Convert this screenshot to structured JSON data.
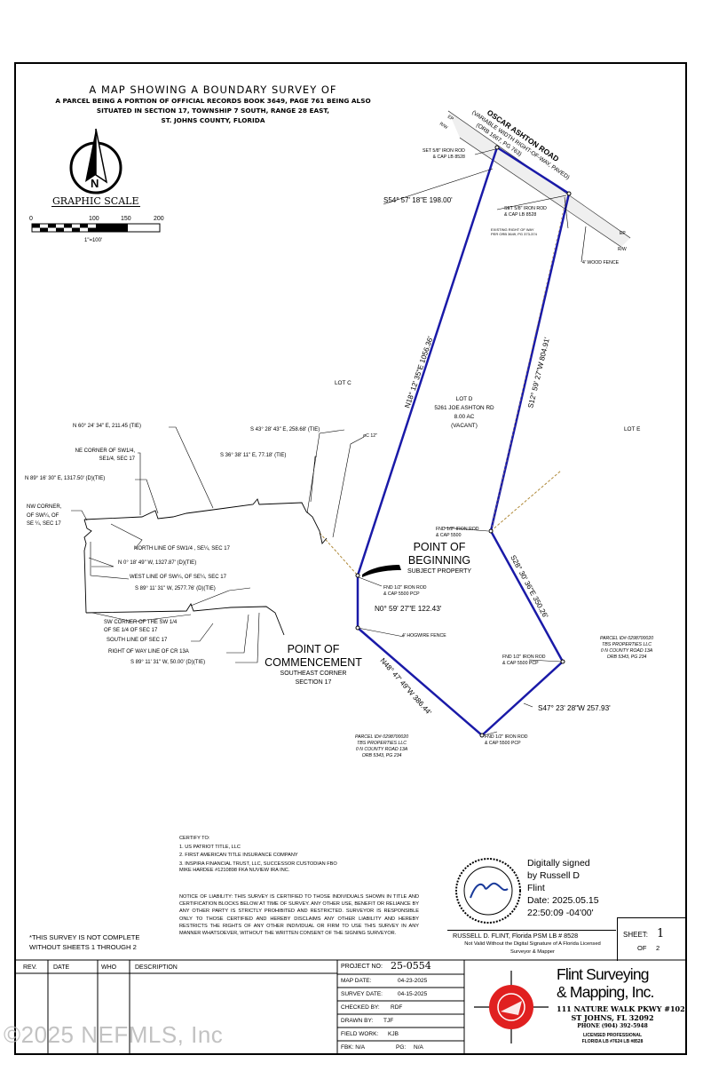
{
  "title": {
    "line1": "A MAP SHOWING A BOUNDARY SURVEY OF",
    "line2": "A PARCEL BEING A PORTION OF OFFICIAL RECORDS BOOK 3649, PAGE 761 BEING ALSO",
    "line3": "SITUATED IN SECTION 17, TOWNSHIP 7 SOUTH, RANGE 28 EAST,",
    "line4": "ST. JOHNS COUNTY, FLORIDA"
  },
  "scale": {
    "label": "GRAPHIC SCALE",
    "ticks": [
      "0",
      "100",
      "150",
      "200"
    ],
    "ratio": "1\"=100'"
  },
  "north_arrow": {
    "icon": "north-arrow-icon",
    "letter": "N"
  },
  "road": {
    "name": "OSCAR ASHTON ROAD",
    "sub1": "(VARIABLE WIDTH RIGHT-OF-WAY, PAVED)",
    "sub2": "(ORB 1667, PG 763)",
    "ep": "EP",
    "rw": "R/W"
  },
  "corners": {
    "set_rod_1": "SET 5/8\" IRON ROD",
    "set_rod_1b": "& CAP LB 8528",
    "set_rod_2": "SET 5/8\" IRON ROD",
    "set_rod_2b": "& CAP LB 8528",
    "existing_row": "EXISTING RIGHT OF WAY",
    "existing_row_b": "PER ORB 3649, PG 373-374",
    "fnd_1": "FND 1/2\" IRON ROD",
    "fnd_1b": "& CAP 5500",
    "fnd_2": "FND 1/2\" IRON ROD",
    "fnd_2b": "& CAP 5500 PCP",
    "fnd_3": "FND 1/2\" IRON ROD",
    "fnd_3b": "& CAP 5500 PCP",
    "fnd_4": "FND 1/2\" IRON ROD",
    "fnd_4b": "& CAP 5500 PCP"
  },
  "bearings": {
    "top": "S54° 57' 18\"E 198.00'",
    "east": "S12° 59' 27\"W 804.91'",
    "west": "N18° 12' 35\"E 1056.36'",
    "se": "S28° 30' 36\"E 350.26'",
    "south": "S47° 23' 28\"W 257.93'",
    "sw": "N48° 47' 49\"W 386.44'",
    "short": "N0° 59' 27\"E 122.43'"
  },
  "lot": {
    "lot_c": "LOT C",
    "lot_e": "LOT E",
    "lot_d": "LOT D",
    "address": "5261 JOE ASHTON RD",
    "acres": "8.00 AC",
    "vacant": "(VACANT)",
    "tc": "øC 12\""
  },
  "fences": {
    "wood": "4' WOOD FENCE",
    "hogwire": "4' HOGWIRE FENCE"
  },
  "pob": {
    "line1": "POINT OF",
    "line2": "BEGINNING",
    "sub": "SUBJECT PROPERTY"
  },
  "poc": {
    "line1": "POINT OF",
    "line2": "COMMENCEMENT",
    "sub1": "SOUTHEAST CORNER",
    "sub2": "SECTION 17"
  },
  "ties": {
    "t1": "N 60° 24' 34\" E, 211.45 (TIE)",
    "t2": "NE CORNER OF SW1/4,",
    "t2b": "SE1/4, SEC 17",
    "t3": "N 89° 16' 30\" E, 1317.50' (D)(TIE)",
    "t4": "NW CORNER,",
    "t4b": "OF SW¼, OF",
    "t4c": "SE ¼, SEC 17",
    "t5": "NORTH LINE OF SW1/4 , SE¼, SEC 17",
    "t6": "N 0° 18' 49\" W, 1327.87' (D)(TIE)",
    "t7": "WEST LINE OF SW¼, OF SE¼, SEC 17",
    "t8": "S 89° 11' 31\" W, 2577.76' (D)(TIE)",
    "t9": "SW CORNER OF THE SW 1/4",
    "t9b": "OF SE 1/4  OF SEC 17",
    "t10": "SOUTH LINE OF SEC 17",
    "t11": "RIGHT OF WAY LINE OF CR 13A",
    "t12": "S 89° 11' 31\" W, 50.00' (D)(TIE)",
    "t13": "S 43° 28' 43\" E, 258.68' (TIE)",
    "t14": "S 36° 38' 11\" E, 77.18' (TIE)"
  },
  "parcels": {
    "east": [
      "PARCEL ID# 0298700020",
      "TBS PROPERTIES LLC",
      "0 N COUNTY ROAD 13A",
      "ORB 5343, PG 234"
    ],
    "south": [
      "PARCEL ID# 0298700020",
      "TBS PROPERTIES LLC",
      "0 N COUNTY ROAD 13A",
      "ORB 5343, PG 234"
    ]
  },
  "certify": {
    "head": "CERTIFY TO:",
    "l1": "1. US PATRIOT TITLE, LLC",
    "l2": "2. FIRST AMERICAN TITLE INSURANCE COMPANY",
    "l3": "3. INSPIRA FINANCIAL TRUST, LLC, SUCCESSOR CUSTODIAN FBO",
    "l4": "MIKE HARDEE #1210898 FKA NUVIEW IRA INC."
  },
  "liability": "NOTICE OF LIABILITY: THIS SURVEY IS CERTIFIED TO THOSE INDIVIDUALS SHOWN IN TITLE AND CERTIFICATION BLOCKS BELOW AT TIME OF SURVEY. ANY OTHER USE, BENEFIT OR RELIANCE BY ANY OTHER PARTY IS STRICTLY PROHIBITED AND RESTRICTED. SURVEYOR IS RESPONSIBLE ONLY TO THOSE CERTIFIED AND HEREBY DISCLAIMS ANY OTHER LIABILITY AND HEREBY RESTRICTS THE RIGHTS OF ANY OTHER INDIVIDUAL OR FIRM TO USE THIS SURVEY IN ANY MANNER WHATSOEVER, WITHOUT THE WRITTEN CONSENT OF THE SIGNING SURVEYOR.",
  "incomplete": {
    "l1": "*THIS SURVEY IS NOT COMPLETE",
    "l2": "WITHOUT SHEETS 1 THROUGH 2"
  },
  "signature": {
    "l1": "Digitally signed",
    "l2": "by Russell D",
    "l3": "Flint",
    "l4": "Date: 2025.05.15",
    "l5": "22:50:09 -04'00'",
    "name": "RUSSELL D. FLINT, Florida PSM LB # 8528",
    "note1": "Not Valid Without the Digital Signature of A Florida Licensed",
    "note2": "Surveyor & Mapper"
  },
  "sheet": {
    "label": "SHEET:",
    "num": "1",
    "of": "OF",
    "total": "2"
  },
  "title_block": {
    "rev": "REV.",
    "date": "DATE",
    "who": "WHO",
    "desc": "DESCRIPTION",
    "project_label": "PROJECT NO:",
    "project": "25-0554",
    "map_date_label": "MAP DATE:",
    "map_date": "04-23-2025",
    "survey_date_label": "SURVEY DATE:",
    "survey_date": "04-15-2025",
    "checked_label": "CHECKED BY:",
    "checked": "RDF",
    "drawn_label": "DRAWN BY:",
    "drawn": "TJF",
    "field_label": "FIELD WORK:",
    "field": "KJB",
    "fbk_label": "FBK: N/A",
    "pg_label": "PG:",
    "pg": "N/A"
  },
  "company": {
    "name1": "Flint Surveying",
    "name2": "& Mapping, Inc.",
    "addr1": "111 NATURE WALK PKWY #102",
    "addr2": "ST JOHNS, FL 32092",
    "phone": "PHONE (904) 392-5948",
    "lic1": "LICENSED PROFESSIONAL",
    "lic2": "FLORIDA LB #7624 LB #8528",
    "logo_icon": "target-logo-icon"
  },
  "watermark": "©2025 NEFMLS, Inc",
  "colors": {
    "boundary": "#1a1aa8",
    "fence": "#b08a3a",
    "logo_red": "#e02020"
  }
}
